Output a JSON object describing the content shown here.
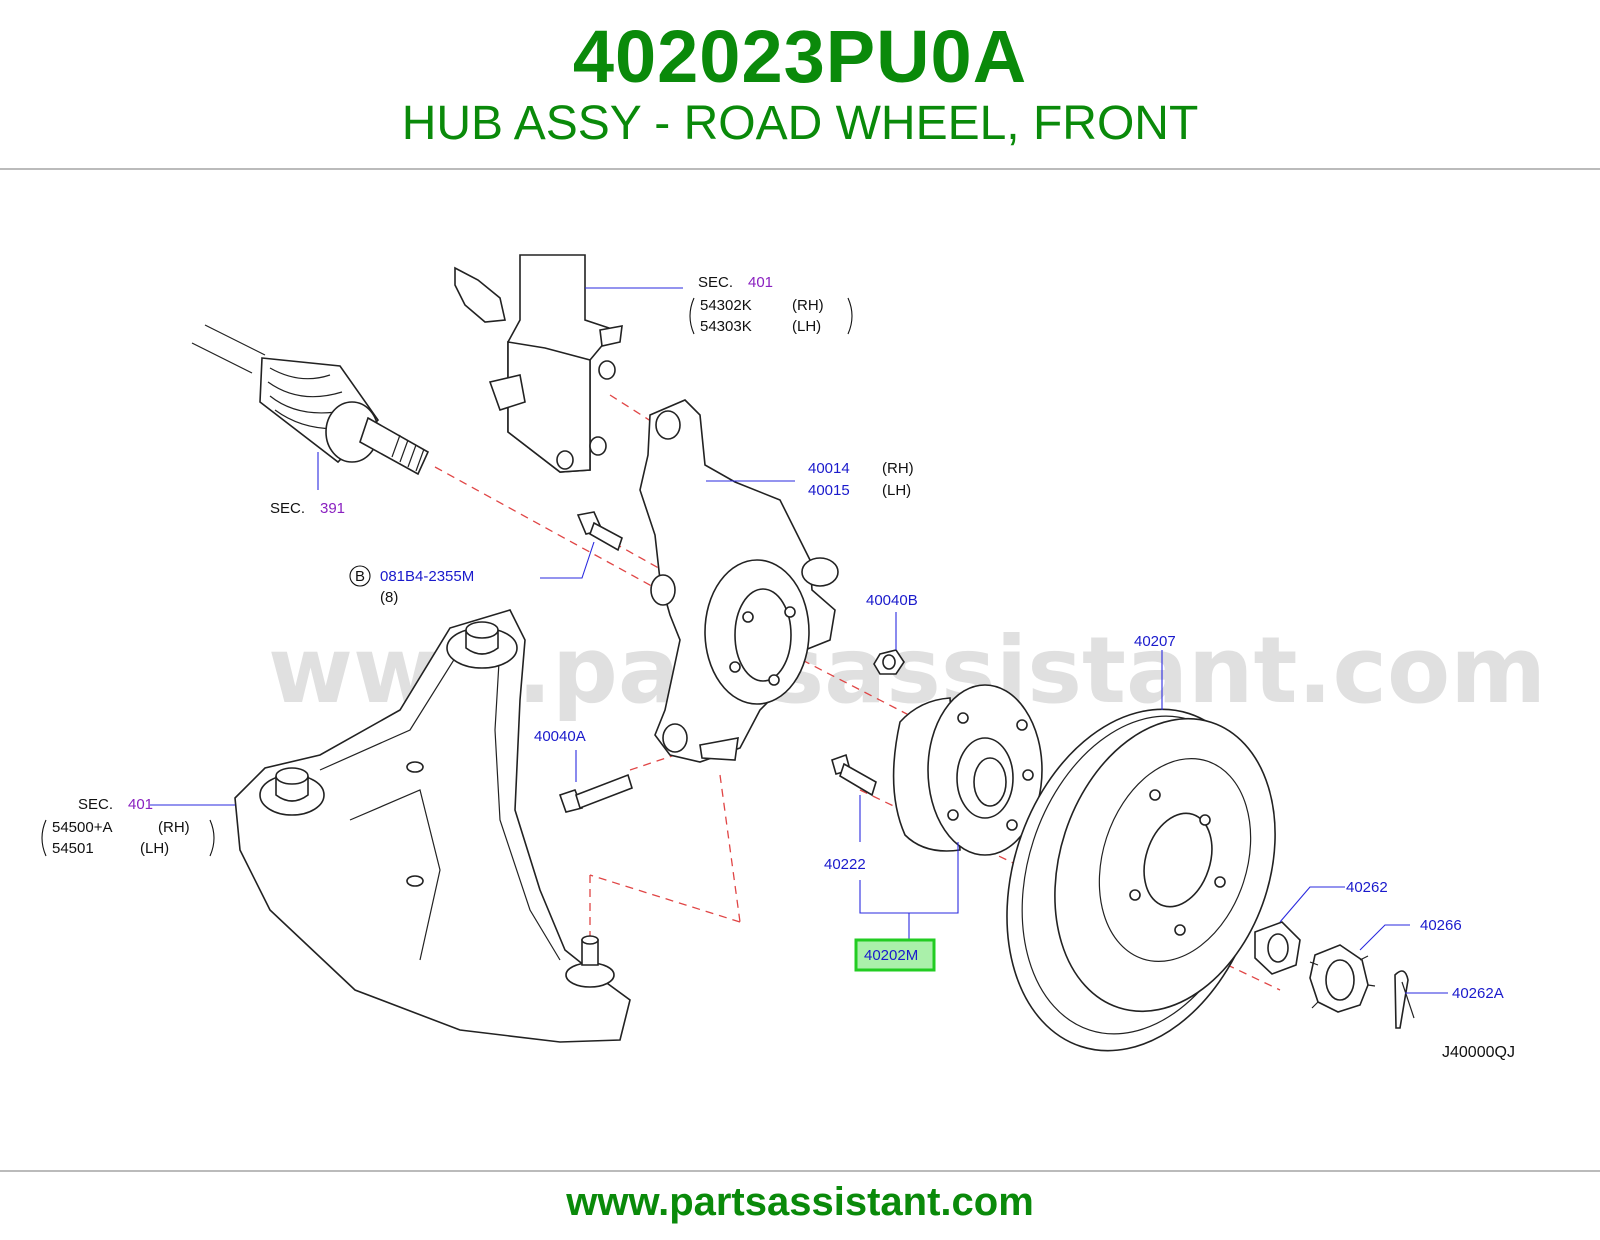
{
  "header": {
    "part_number": "402023PU0A",
    "part_title": "HUB ASSY - ROAD WHEEL, FRONT"
  },
  "watermark": "www.partsassistant.com",
  "footer": {
    "url": "www.partsassistant.com"
  },
  "colors": {
    "brand_green": "#0a8a0a",
    "label_blue": "#1a1acc",
    "section_purple": "#8a20c0",
    "highlight": "#22cc22",
    "dashed_line": "#e04545"
  },
  "callouts": {
    "strut_sec": {
      "prefix": "SEC.",
      "number": "401"
    },
    "strut_rh": {
      "part": "54302K",
      "side": "(RH)"
    },
    "strut_lh": {
      "part": "54303K",
      "side": "(LH)"
    },
    "driveshaft_sec": {
      "prefix": "SEC.",
      "number": "391"
    },
    "knuckle_rh": {
      "part": "40014",
      "side": "(RH)"
    },
    "knuckle_lh": {
      "part": "40015",
      "side": "(LH)"
    },
    "bolt_b": {
      "badge": "B",
      "part": "081B4-2355M",
      "qty": "(8)"
    },
    "nut_40040b": "40040B",
    "rotor": "40207",
    "bolt_40040a": "40040A",
    "arm_sec": {
      "prefix": "SEC.",
      "number": "401"
    },
    "arm_rh": {
      "part": "54500+A",
      "side": "(RH)"
    },
    "arm_lh": {
      "part": "54501",
      "side": "(LH)"
    },
    "hub_bolt": "40222",
    "hub_assy": "40202M",
    "hub_nut": "40262",
    "nut_cap": "40266",
    "cotter_pin": "40262A",
    "diagram_id": "J40000QJ"
  }
}
